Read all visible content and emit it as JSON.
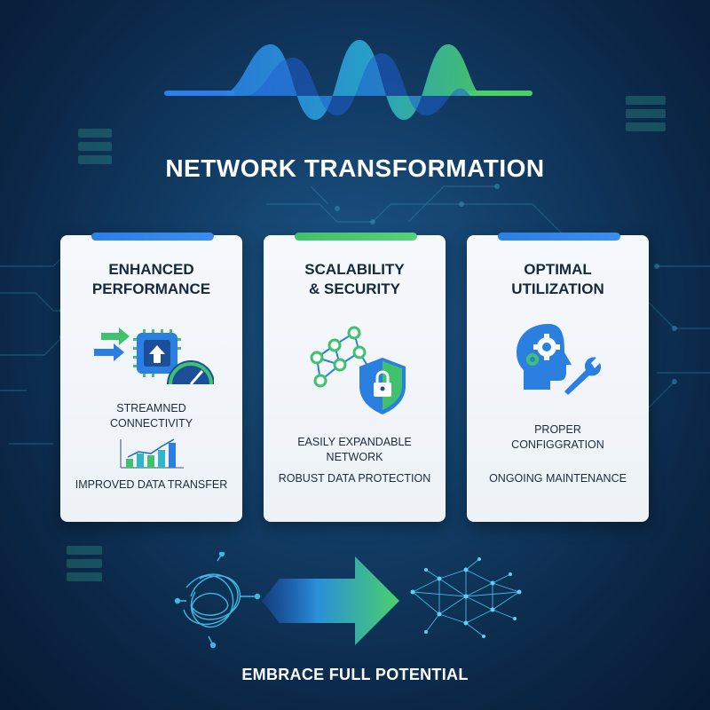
{
  "title": "NETWORK TRANSFORMATION",
  "colors": {
    "blue": "#2a7fe0",
    "green": "#3fc26b",
    "cyan": "#2fb6c8"
  },
  "cards": [
    {
      "heading_line1": "ENHANCED",
      "heading_line2": "PERFORMANCE",
      "icon": "chip-speedometer-icon",
      "feature1_line1": "STREAMNED",
      "feature1_line2": "CONNECTIVITY",
      "icon2": "bar-chart-icon",
      "feature2": "IMPROVED DATA TRANSFER"
    },
    {
      "heading_line1": "SCALABILITY",
      "heading_line2": "& SECURITY",
      "icon": "network-shield-lock-icon",
      "feature1_line1": "EASILY EXPANDABLE",
      "feature1_line2": "NETWORK",
      "feature2": "ROBUST DATA PROTECTION"
    },
    {
      "heading_line1": "OPTIMAL",
      "heading_line2": "UTILIZATION",
      "icon": "head-gears-wrench-icon",
      "feature1_line1": "PROPER",
      "feature1_line2": "CONFIGGRATION",
      "feature2": "ONGOING MAINTENANCE"
    }
  ],
  "flow": {
    "from_icon": "tangled-network-icon",
    "arrow_icon": "right-arrow-icon",
    "to_icon": "structured-network-icon"
  },
  "tagline": "EMBRACE FULL POTENTIAL"
}
